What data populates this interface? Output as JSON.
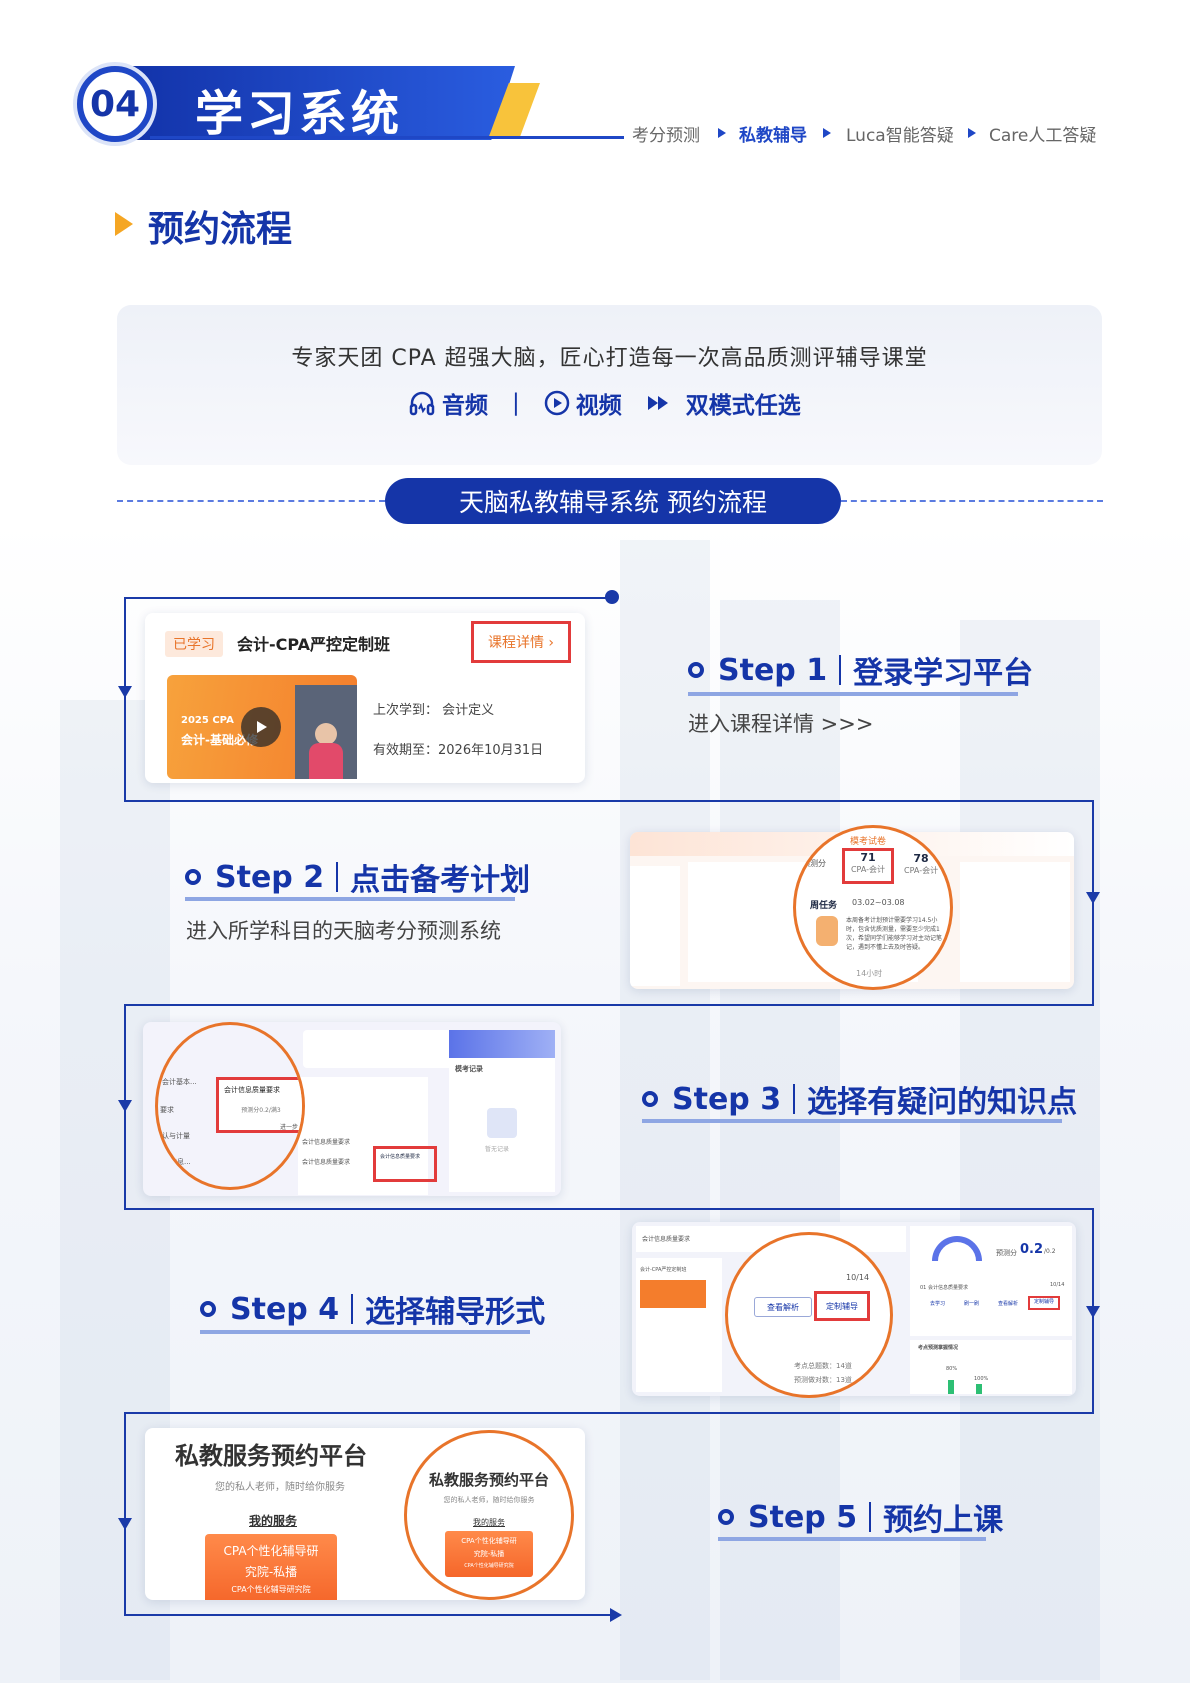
{
  "header": {
    "section_no": "04",
    "title": "学习系统",
    "nav": [
      {
        "label": "考分预测",
        "active": false
      },
      {
        "label": "私教辅导",
        "active": true
      },
      {
        "label": "Luca智能答疑",
        "active": false
      },
      {
        "label": "Care人工答疑",
        "active": false
      }
    ]
  },
  "section": {
    "title": "预约流程"
  },
  "intro": {
    "headline": "专家天团 CPA 超强大脑，匠心打造每一次高品质测评辅导课堂",
    "audio": "音频",
    "video": "视频",
    "dual": "双模式任选",
    "separator": "|"
  },
  "flow_title": "天脑私教辅导系统 预约流程",
  "steps": [
    {
      "label": "Step 1",
      "title": "登录学习平台",
      "sub": "进入课程详情 >>>"
    },
    {
      "label": "Step 2",
      "title": "点击备考计划",
      "sub": "进入所学科目的天脑考分预测系统"
    },
    {
      "label": "Step 3",
      "title": "选择有疑问的知识点",
      "sub": ""
    },
    {
      "label": "Step 4",
      "title": "选择辅导形式",
      "sub": ""
    },
    {
      "label": "Step 5",
      "title": "预约上课",
      "sub": ""
    }
  ],
  "shot1": {
    "tag": "已学习",
    "course": "会计-CPA严控定制班",
    "detail_btn": "课程详情 ›",
    "thumb_line1": "2025 CPA",
    "thumb_line2": "会计-基础必修",
    "last_label": "上次学到：",
    "last_value": "会计定义",
    "valid_label": "有效期至：",
    "valid_value": "2026年10月31日"
  },
  "shot2": {
    "s1": "71",
    "s1l": "CPA-会计",
    "s2": "78",
    "s2l": "CPA-会计",
    "tab": "模考试卷",
    "task": "周任务",
    "range": "03.02~03.08",
    "desc": "本周备考计划预计需要学习14.5小时，包含优质测量，需要至少完成1次，希望同学们能够学习对主动记笔记，遇到不懂上去及时答疑。",
    "foot": "14小时",
    "tag": "预测分"
  },
  "shot3": {
    "main": "会计信息质量要求",
    "sub": "预测分0.2/满3",
    "btn": "进一步",
    "left1": "会计基本...",
    "left2": "要求",
    "left3": "认与计量",
    "left4": "信息...",
    "card1": "会计信息质量要求",
    "card2": "会计信息质量要求",
    "card3": "会计信息质量要求",
    "empty": "暂无记录",
    "panel_title": "模考记录"
  },
  "shot4": {
    "title": "会计信息质量要求",
    "course": "会计-CPA严控定制班",
    "count": "10/14",
    "btn1": "查看解析",
    "btn2": "定制辅导",
    "stat1": "考点总题数：14道",
    "stat2": "预测做对数：13道",
    "pred_label": "预测分",
    "pred_value": "0.2",
    "pred_total": "/0.2",
    "row": "01 会计信息质量要求",
    "row_count": "10/14",
    "b1": "去学习",
    "b2": "刷一刷",
    "b3": "查看解析",
    "b4": "定制辅导",
    "chart_title": "考点预测掌握情况",
    "p1": "80%",
    "p2": "100%"
  },
  "shot5": {
    "title": "私教服务预约平台",
    "subtitle": "您的私人老师，随时给你服务",
    "my": "我的服务",
    "card_l1": "CPA个性化辅导研",
    "card_l2": "究院-私播",
    "card_l3": "CPA个性化辅导研究院",
    "z_title": "私教服务预约平台",
    "z_sub": "您的私人老师，随时给你服务",
    "z_my": "我的服务",
    "z_l1": "CPA个性化辅导研",
    "z_l2": "究院-私播",
    "z_l3": "CPA个性化辅导研究院"
  },
  "colors": {
    "primary": "#1535a8",
    "accent": "#f5a623",
    "highlight": "#e8742a"
  },
  "icons": {
    "audio": "headphones-icon",
    "video": "play-circle-icon",
    "dual": "double-arrow-icon"
  }
}
